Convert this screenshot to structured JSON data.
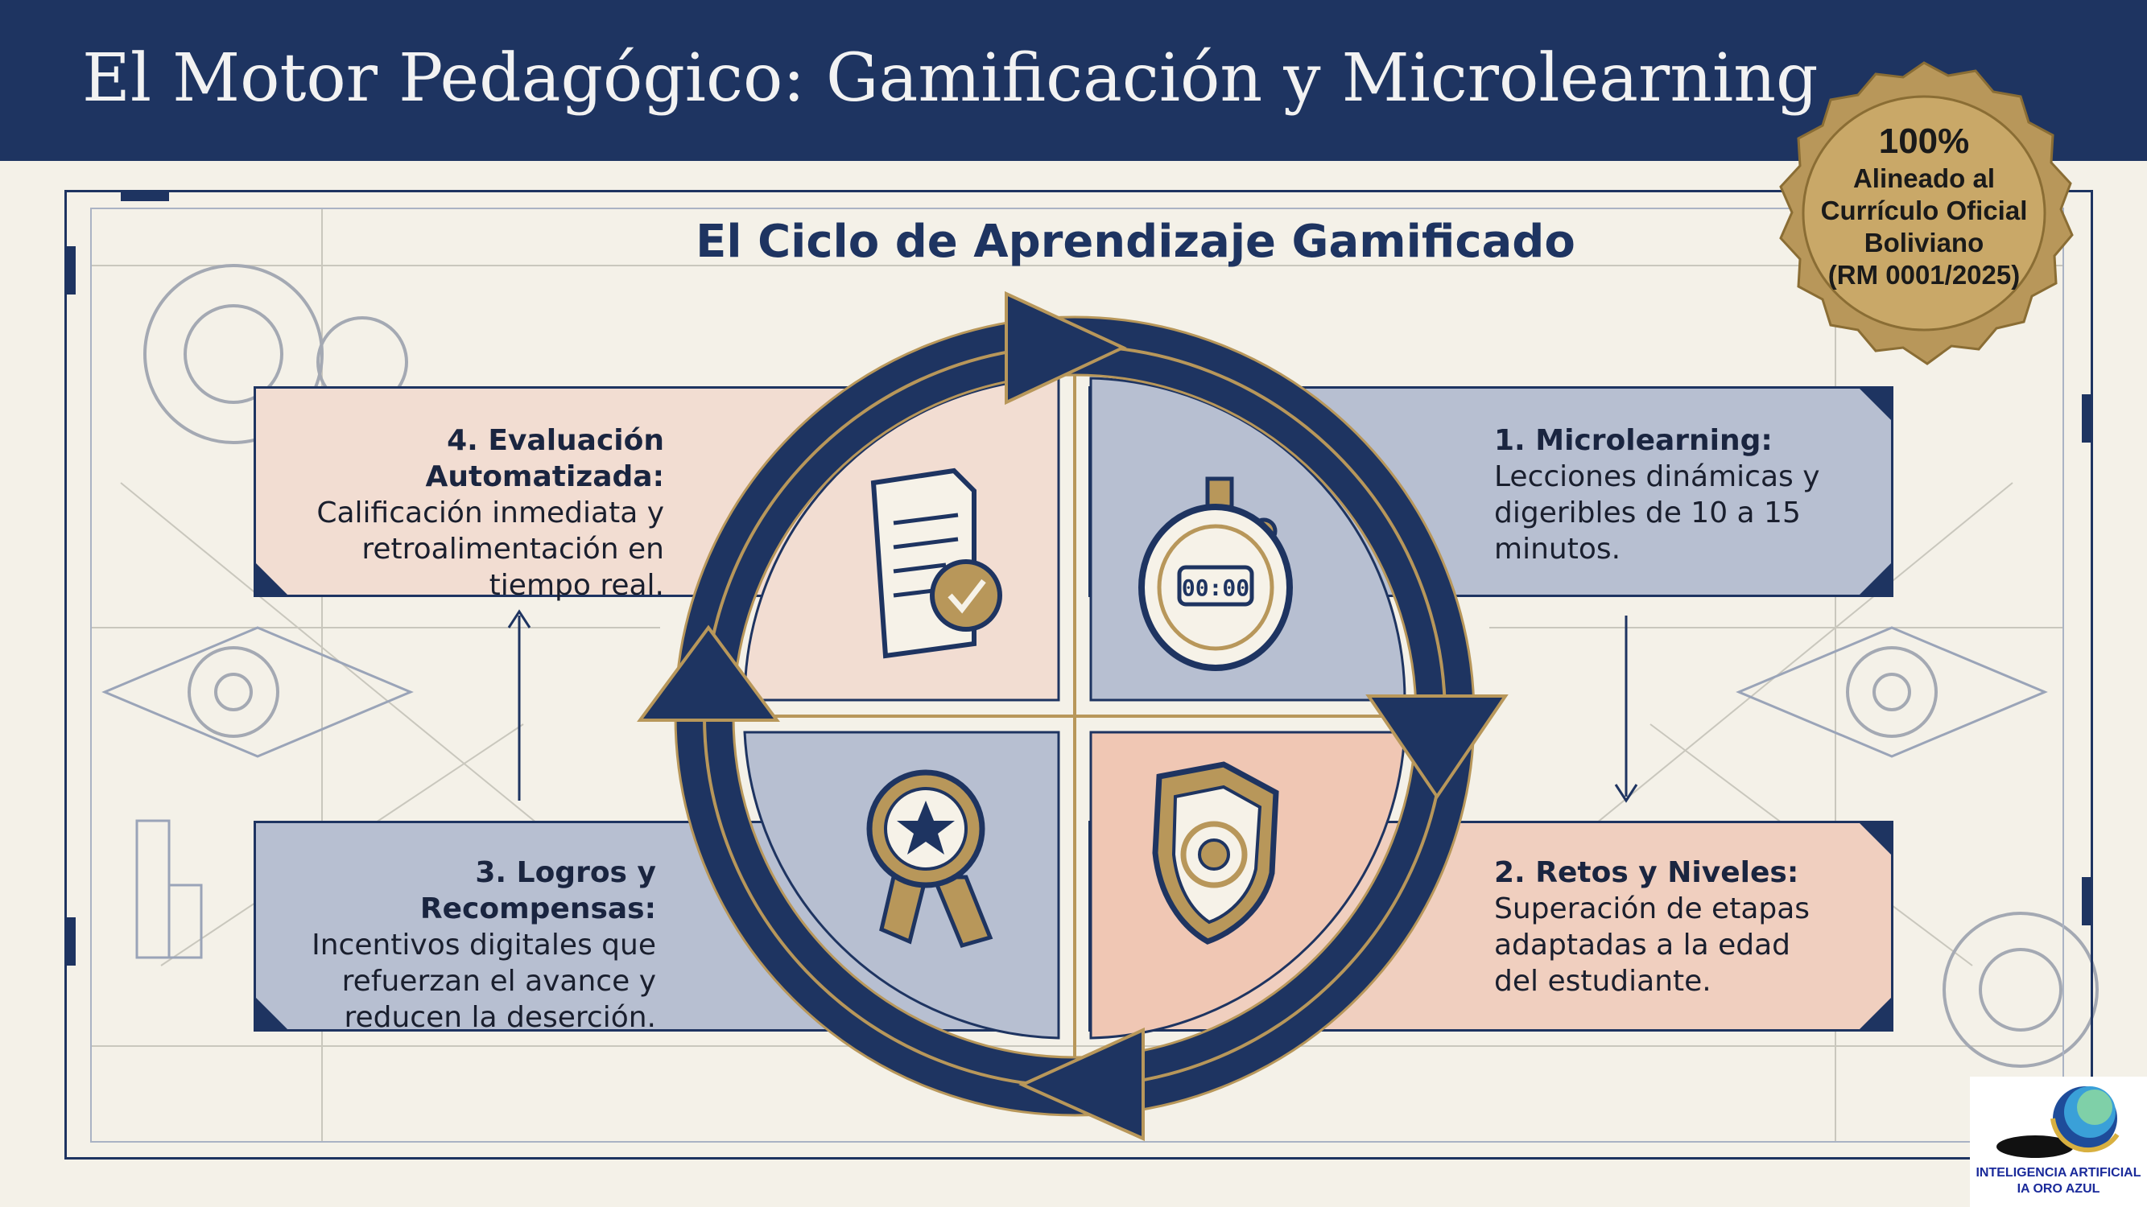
{
  "header": {
    "title": "El Motor Pedagógico: Gamificación y Microlearning"
  },
  "diagram": {
    "title": "El Ciclo de Aprendizaje Gamificado",
    "steps": [
      {
        "title": "1. Microlearning:",
        "lines": [
          "Lecciones dinámicas y",
          "digeribles de 10 a 15",
          "minutos."
        ],
        "icon": "stopwatch-icon"
      },
      {
        "title": "2. Retos y Niveles:",
        "lines": [
          "Superación de etapas",
          "adaptadas a la edad",
          "del estudiante."
        ],
        "icon": "shield-target-icon"
      },
      {
        "title": "3. Logros y Recompensas:",
        "lines": [
          "Incentivos digitales que",
          "refuerzan el avance y",
          "reducen la deserción."
        ],
        "icon": "award-badge-icon"
      },
      {
        "title": "4. Evaluación Automatizada:",
        "lines": [
          "Calificación inmediata y",
          "retroalimentación en",
          "tiempo real."
        ],
        "icon": "document-check-icon"
      }
    ],
    "stopwatch_display": "00:00"
  },
  "seal": {
    "percent": "100%",
    "lines": [
      "Alineado al",
      "Currículo Oficial",
      "Boliviano",
      "(RM 0001/2025)"
    ]
  },
  "logo": {
    "lines": [
      "INTELIGENCIA ARTIFICIAL",
      "IA ORO AZUL"
    ]
  },
  "colors": {
    "navy": "#1e3461",
    "gold": "#b8975a",
    "peach": "#f2ddd2",
    "salmon": "#eec3b0",
    "slate": "#b7bfd1",
    "cream": "#f4f1e8"
  }
}
